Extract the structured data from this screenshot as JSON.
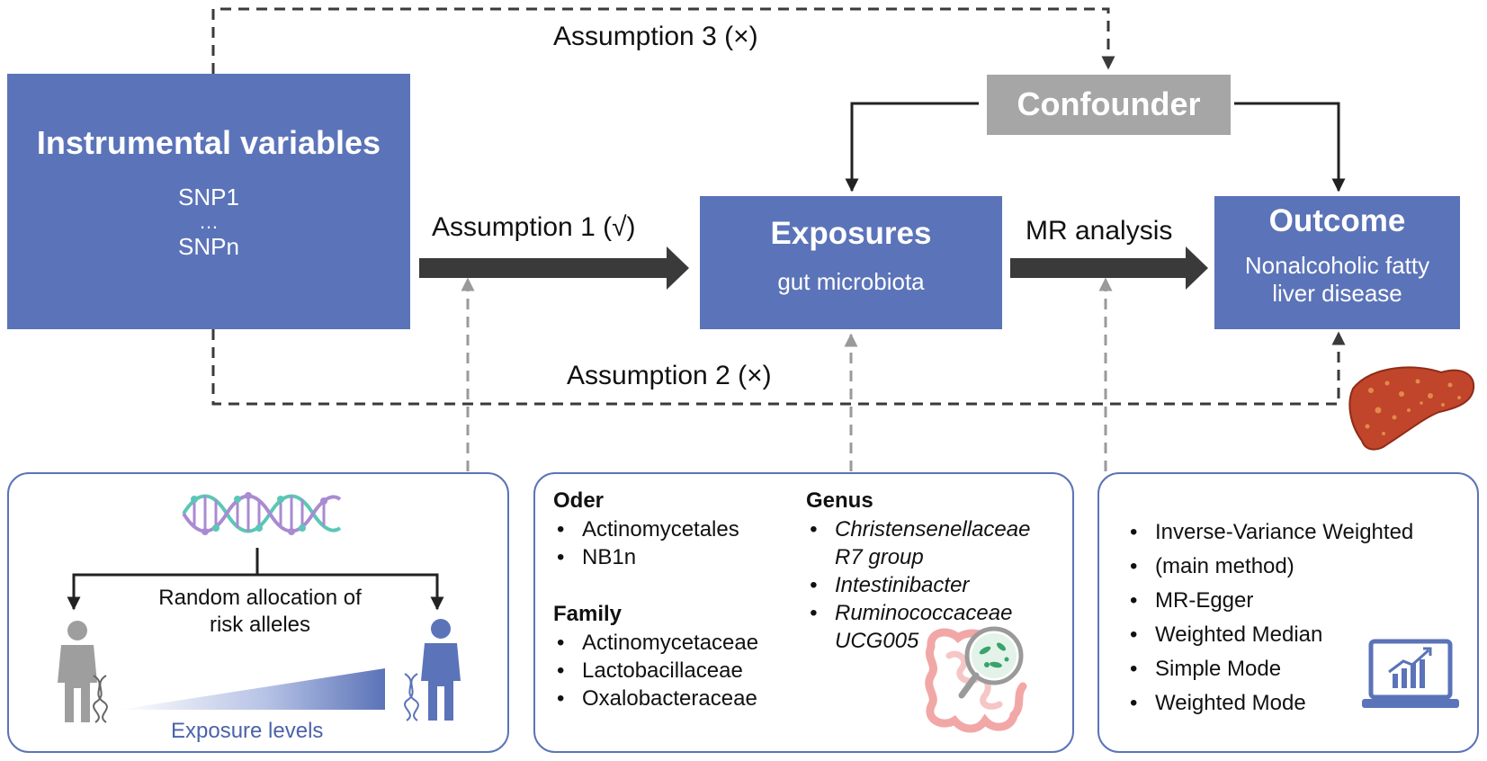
{
  "instruments": {
    "title": "Instrumental variables",
    "line1": "SNP1",
    "line2": "…",
    "line3": "SNPn"
  },
  "confounder": {
    "title": "Confounder"
  },
  "exposures": {
    "title": "Exposures",
    "sub": "gut microbiota"
  },
  "outcome": {
    "title": "Outcome",
    "sub_line1": "Nonalcoholic fatty",
    "sub_line2": "liver disease"
  },
  "labels": {
    "assumption1": "Assumption 1 (√)",
    "assumption2": "Assumption 2 (×)",
    "assumption3": "Assumption 3 (×)",
    "mr_analysis": "MR analysis"
  },
  "panel_random": {
    "line1": "Random allocation of",
    "line2": "risk alleles",
    "exposure_levels": "Exposure levels"
  },
  "panel_taxa": {
    "order_heading": "Oder",
    "order_items": [
      "Actinomycetales",
      "NB1n"
    ],
    "family_heading": "Family",
    "family_items": [
      "Actinomycetaceae",
      "Lactobacillaceae",
      "Oxalobacteraceae"
    ],
    "genus_heading": "Genus",
    "genus_items": [
      {
        "line1": "Christensenellaceae",
        "line2": "R7 group"
      },
      {
        "line1": "Intestinibacter"
      },
      {
        "line1": "Ruminococcaceae",
        "line2": "UCG005"
      }
    ]
  },
  "panel_methods": {
    "items": [
      "Inverse-Variance Weighted",
      "(main method)",
      "MR-Egger",
      "Weighted Median",
      "Simple Mode",
      "Weighted Mode"
    ]
  },
  "colors": {
    "box_blue": "#5b73b8",
    "confounder_gray": "#a6a6a6",
    "arrow_dark": "#3a3a3a",
    "dashed_gray": "#9a9a9a",
    "liver": "#c0452a"
  }
}
